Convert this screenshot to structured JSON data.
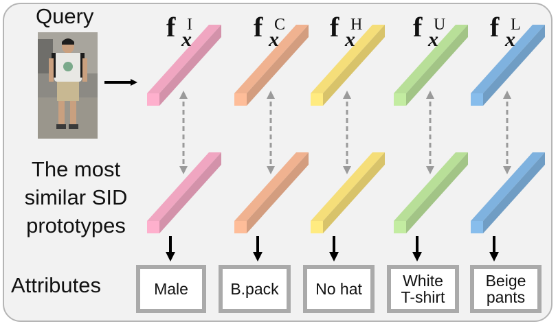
{
  "labels": {
    "query": "Query",
    "prototypes": "The most\nsimilar SID\nprototypes",
    "attributes": "Attributes"
  },
  "features": [
    {
      "base": "f",
      "sub": "x",
      "sup": "I",
      "color": "#f0a6c1"
    },
    {
      "base": "f",
      "sub": "x",
      "sup": "C",
      "color": "#f0b290"
    },
    {
      "base": "f",
      "sub": "x",
      "sup": "H",
      "color": "#f5de79"
    },
    {
      "base": "f",
      "sub": "x",
      "sup": "U",
      "color": "#b8df98"
    },
    {
      "base": "f",
      "sub": "x",
      "sup": "L",
      "color": "#7fb2df"
    }
  ],
  "attributes": [
    "Male",
    "B.pack",
    "No hat",
    "White\nT-shirt",
    "Beige\npants"
  ],
  "colors": {
    "panel_bg": "#f2f2f2",
    "panel_border": "#b5b5b5",
    "attr_border": "#aaaaaa",
    "dashed_arrow": "#9a9a9a",
    "solid_arrow": "#000000"
  }
}
